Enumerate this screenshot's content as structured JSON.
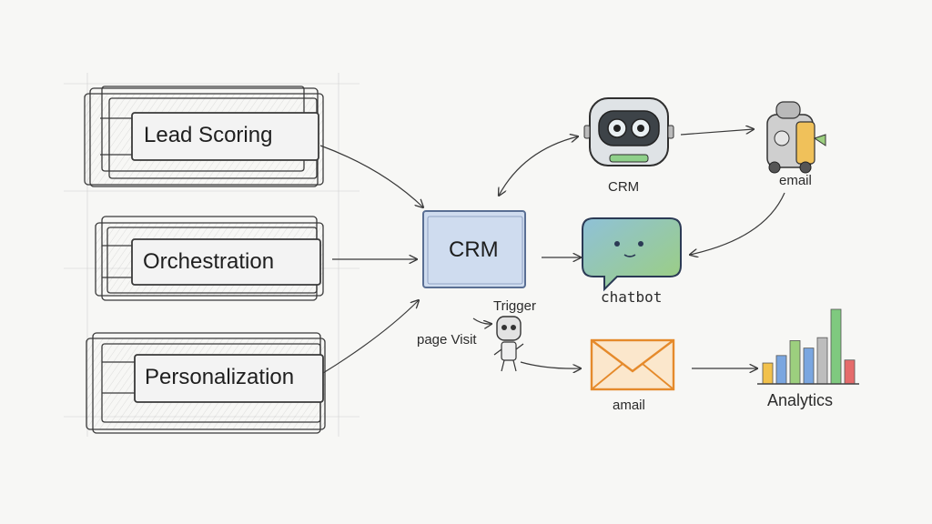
{
  "modules": [
    {
      "label": "Lead Scoring"
    },
    {
      "label": "Orchestration"
    },
    {
      "label": "Personalization"
    }
  ],
  "hub": {
    "label": "CRM"
  },
  "nodes": {
    "crm_robot": {
      "label": "CRM",
      "icon": "robot-icon"
    },
    "email_robot": {
      "label": "email",
      "icon": "robot-icon"
    },
    "chatbot": {
      "label": "chatbot",
      "icon": "chat-bubble-icon"
    },
    "trigger": {
      "label": "Trigger",
      "icon": "bot-figure-icon"
    },
    "page_visit": {
      "label": "page Visit"
    },
    "email_envelope": {
      "label": "amail",
      "icon": "envelope-icon"
    },
    "analytics": {
      "label": "Analytics",
      "icon": "bar-chart-icon"
    }
  },
  "colors": {
    "pencil": "#3a3a3a",
    "hub_fill": "#cfdcef",
    "hub_stroke": "#5a6f94",
    "chat_fill": "#8fc1d8",
    "chat_fill_2": "#9ccf7e",
    "chat_stroke": "#2b3a55",
    "envelope": "#e58a2b",
    "bars": [
      "#f2c14b",
      "#7aa6e0",
      "#9ccf7e",
      "#7aa6e0",
      "#bdbdbd",
      "#7fc97f",
      "#e56b6b"
    ]
  },
  "chart_levels": [
    0.28,
    0.38,
    0.58,
    0.48,
    0.62,
    1.0,
    0.32
  ]
}
